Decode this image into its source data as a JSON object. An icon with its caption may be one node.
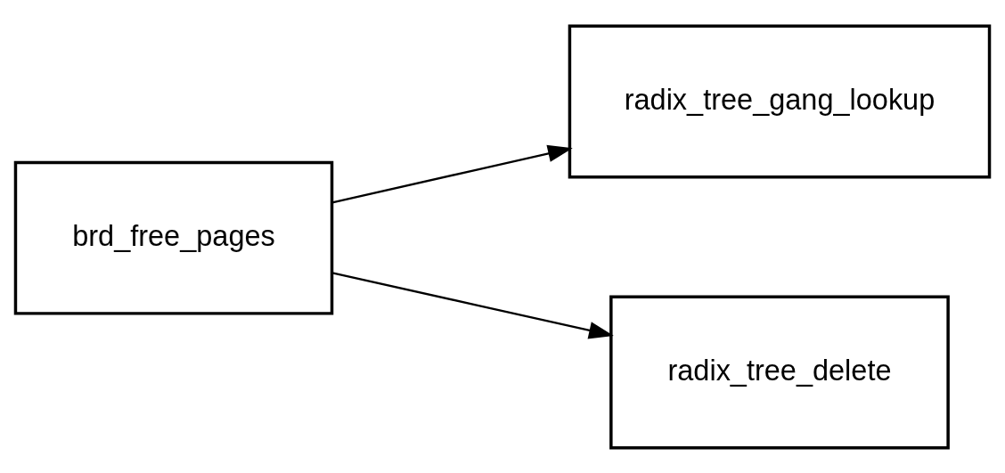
{
  "diagram": {
    "nodes": [
      {
        "text": [
          "brd_free_pages"
        ]
      },
      {
        "text": [
          "radix_tree_gang_lookup"
        ]
      },
      {
        "text": [
          "radix_tree_delete"
        ]
      }
    ],
    "edges": [
      {
        "from": 0,
        "to": 1,
        "arrow": "to"
      },
      {
        "from": 0,
        "to": 2,
        "arrow": "to"
      }
    ]
  }
}
